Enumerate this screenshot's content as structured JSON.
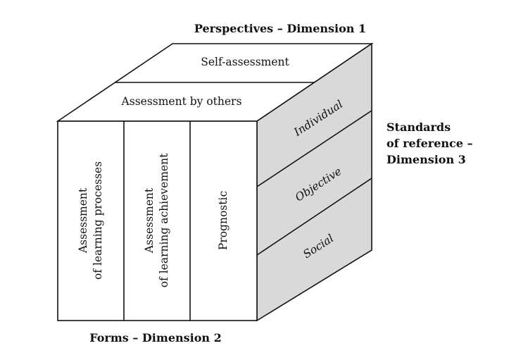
{
  "dimension1": {
    "title": "Perspectives – Dimension 1",
    "layers": [
      "Self-assessment",
      "Assessment by others"
    ]
  },
  "dimension2": {
    "title": "Forms – Dimension 2",
    "columns": [
      {
        "line1": "Assessment",
        "line2": "of learning processes"
      },
      {
        "line1": "Assessment",
        "line2": "of learning achievement"
      },
      {
        "line1": "Prognostic",
        "line2": ""
      }
    ]
  },
  "dimension3": {
    "title_lines": [
      "Standards",
      "of reference –",
      "Dimension 3"
    ],
    "rows": [
      "Individual",
      "Objective",
      "Social"
    ]
  },
  "colors": {
    "side_face": "#d9d9d9",
    "front_face": "#ffffff",
    "top_face": "#ffffff",
    "line": "#111111"
  }
}
